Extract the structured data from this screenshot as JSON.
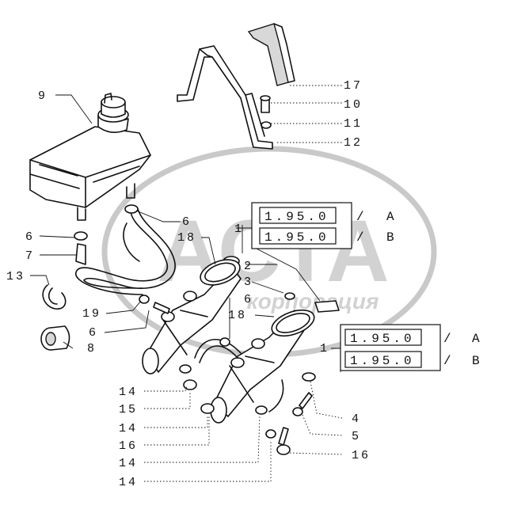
{
  "watermark": {
    "brand": "АСТА",
    "subtitle": "корпорация"
  },
  "callouts": [
    {
      "id": "c9",
      "text": "9"
    },
    {
      "id": "c17",
      "text": "17"
    },
    {
      "id": "c10",
      "text": "10"
    },
    {
      "id": "c11",
      "text": "11"
    },
    {
      "id": "c12",
      "text": "12"
    },
    {
      "id": "c6a",
      "text": "6"
    },
    {
      "id": "c6b",
      "text": "6"
    },
    {
      "id": "c7",
      "text": "7"
    },
    {
      "id": "c13",
      "text": "13"
    },
    {
      "id": "c19",
      "text": "19"
    },
    {
      "id": "c6c",
      "text": "6"
    },
    {
      "id": "c8",
      "text": "8"
    },
    {
      "id": "c1a",
      "text": "1"
    },
    {
      "id": "c18a",
      "text": "18"
    },
    {
      "id": "c2",
      "text": "2"
    },
    {
      "id": "c3",
      "text": "3"
    },
    {
      "id": "c6d",
      "text": "6"
    },
    {
      "id": "c18b",
      "text": "18"
    },
    {
      "id": "c1b",
      "text": "1"
    },
    {
      "id": "c14a",
      "text": "14"
    },
    {
      "id": "c15",
      "text": "15"
    },
    {
      "id": "c14b",
      "text": "14"
    },
    {
      "id": "c16a",
      "text": "16"
    },
    {
      "id": "c14c",
      "text": "14"
    },
    {
      "id": "c14d",
      "text": "14"
    },
    {
      "id": "c4",
      "text": "4"
    },
    {
      "id": "c5",
      "text": "5"
    },
    {
      "id": "c16b",
      "text": "16"
    }
  ],
  "references": [
    {
      "id": "r1",
      "code": "1.95.0",
      "suffix": "/",
      "variant": "A"
    },
    {
      "id": "r2",
      "code": "1.95.0",
      "suffix": "/",
      "variant": "B"
    },
    {
      "id": "r3",
      "code": "1.95.0",
      "suffix": "/",
      "variant": "A"
    },
    {
      "id": "r4",
      "code": "1.95.0",
      "suffix": "/",
      "variant": "B"
    }
  ]
}
